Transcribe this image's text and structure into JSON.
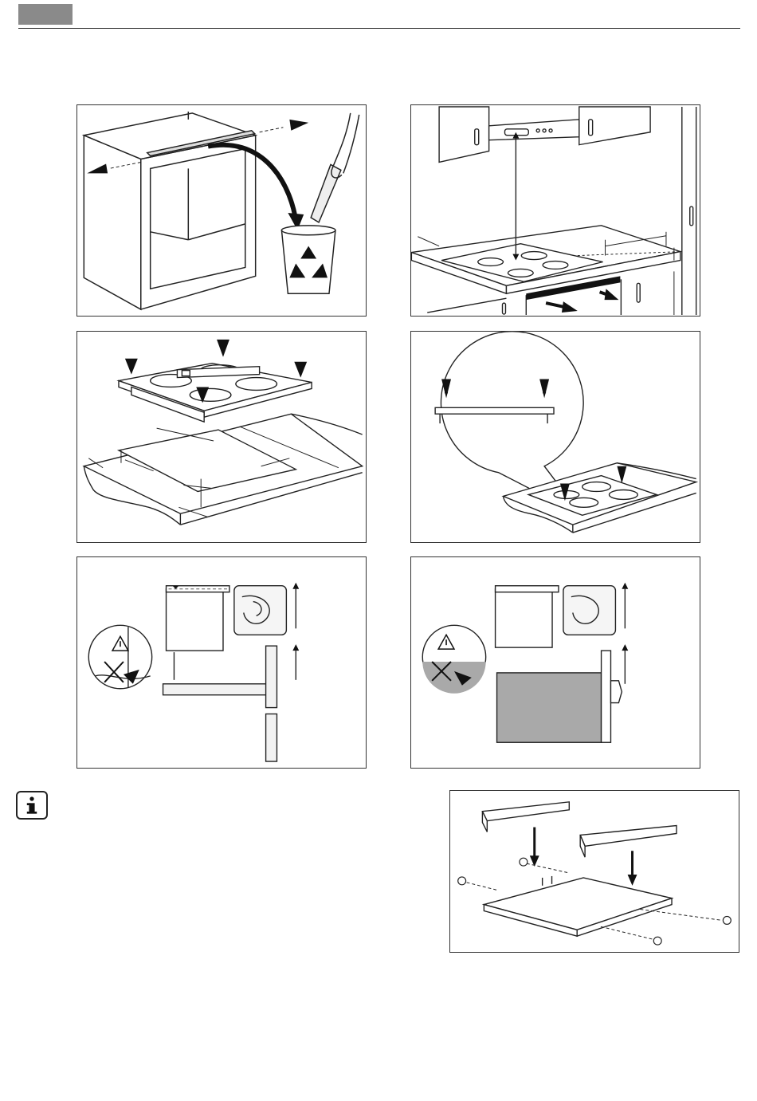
{
  "header": {
    "tab_color": "#8a8a8a"
  },
  "figures": [
    {
      "id": "fig1",
      "icon": "recycle-icon"
    },
    {
      "id": "fig2",
      "icon": "cooker-hood"
    },
    {
      "id": "fig3",
      "icon": "hob-with-level"
    },
    {
      "id": "fig4",
      "icon": "magnifier-detail"
    },
    {
      "id": "fig5",
      "icon": "warning-icon"
    },
    {
      "id": "fig6",
      "icon": "warning-icon"
    },
    {
      "id": "fig7",
      "icon": "mounting-brackets"
    }
  ],
  "info_icon": "info-icon"
}
